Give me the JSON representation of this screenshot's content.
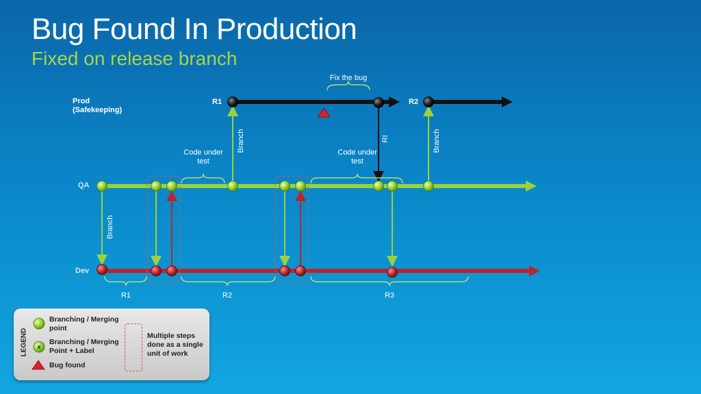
{
  "slide": {
    "title": "Bug Found In Production",
    "subtitle": "Fixed on release branch"
  },
  "lanes": {
    "prod": "Prod\n(Safekeeping)",
    "qa": "QA",
    "dev": "Dev"
  },
  "prod_labels": {
    "r1": "R1",
    "r2": "R2"
  },
  "annotations": {
    "fix_bug": "Fix the bug",
    "code_under_test_1": "Code under test",
    "code_under_test_2": "Code under test",
    "branch_prod_1": "Branch",
    "ri": "RI",
    "branch_prod_2": "Branch",
    "branch_dev": "Branch"
  },
  "release_ranges": {
    "r1": "R1",
    "r2": "R2",
    "r3": "R3"
  },
  "legend": {
    "title": "LEGEND",
    "branching_point": "Branching / Merging point",
    "branching_label": "Branching / Merging Point + Label",
    "label_mark": "x",
    "bug_found": "Bug found",
    "multiple_steps": "Multiple steps done as a single unit of work"
  },
  "colors": {
    "qa_line": "#9ad23c",
    "dev_line": "#b8262b",
    "prod_line": "#111111",
    "bug": "#e02020",
    "bracket": "#d8e86a",
    "group_box": "#d9534f"
  }
}
